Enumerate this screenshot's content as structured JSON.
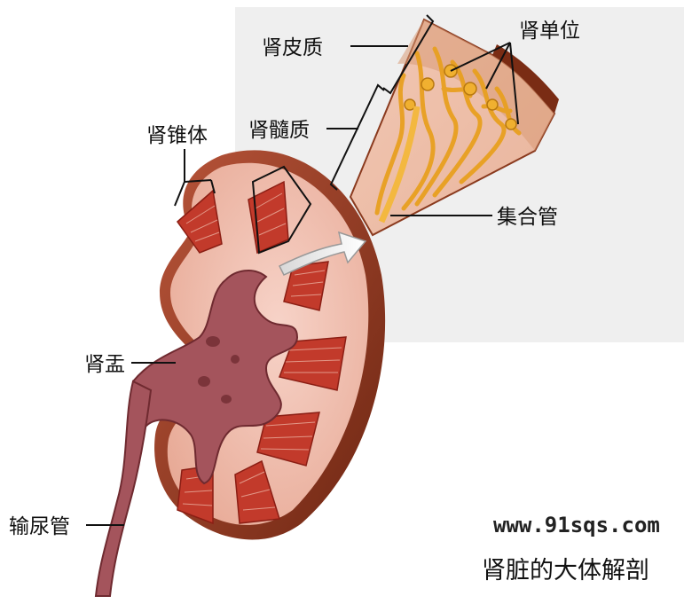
{
  "labels": {
    "renal_cortex": "肾皮质",
    "nephron": "肾单位",
    "renal_pyramid": "肾锥体",
    "renal_medulla": "肾髓质",
    "collecting_duct": "集合管",
    "renal_pelvis": "肾盂",
    "ureter": "输尿管"
  },
  "watermark": "www.91sqs.com",
  "caption": "肾脏的大体解剖",
  "colors": {
    "inset_bg": "#efefef",
    "capsule": "#8a3a1e",
    "cortex": "#efb6a4",
    "pyramid": "#c83a2a",
    "pelvis": "#a85a60",
    "tubule": "#e8a020"
  }
}
